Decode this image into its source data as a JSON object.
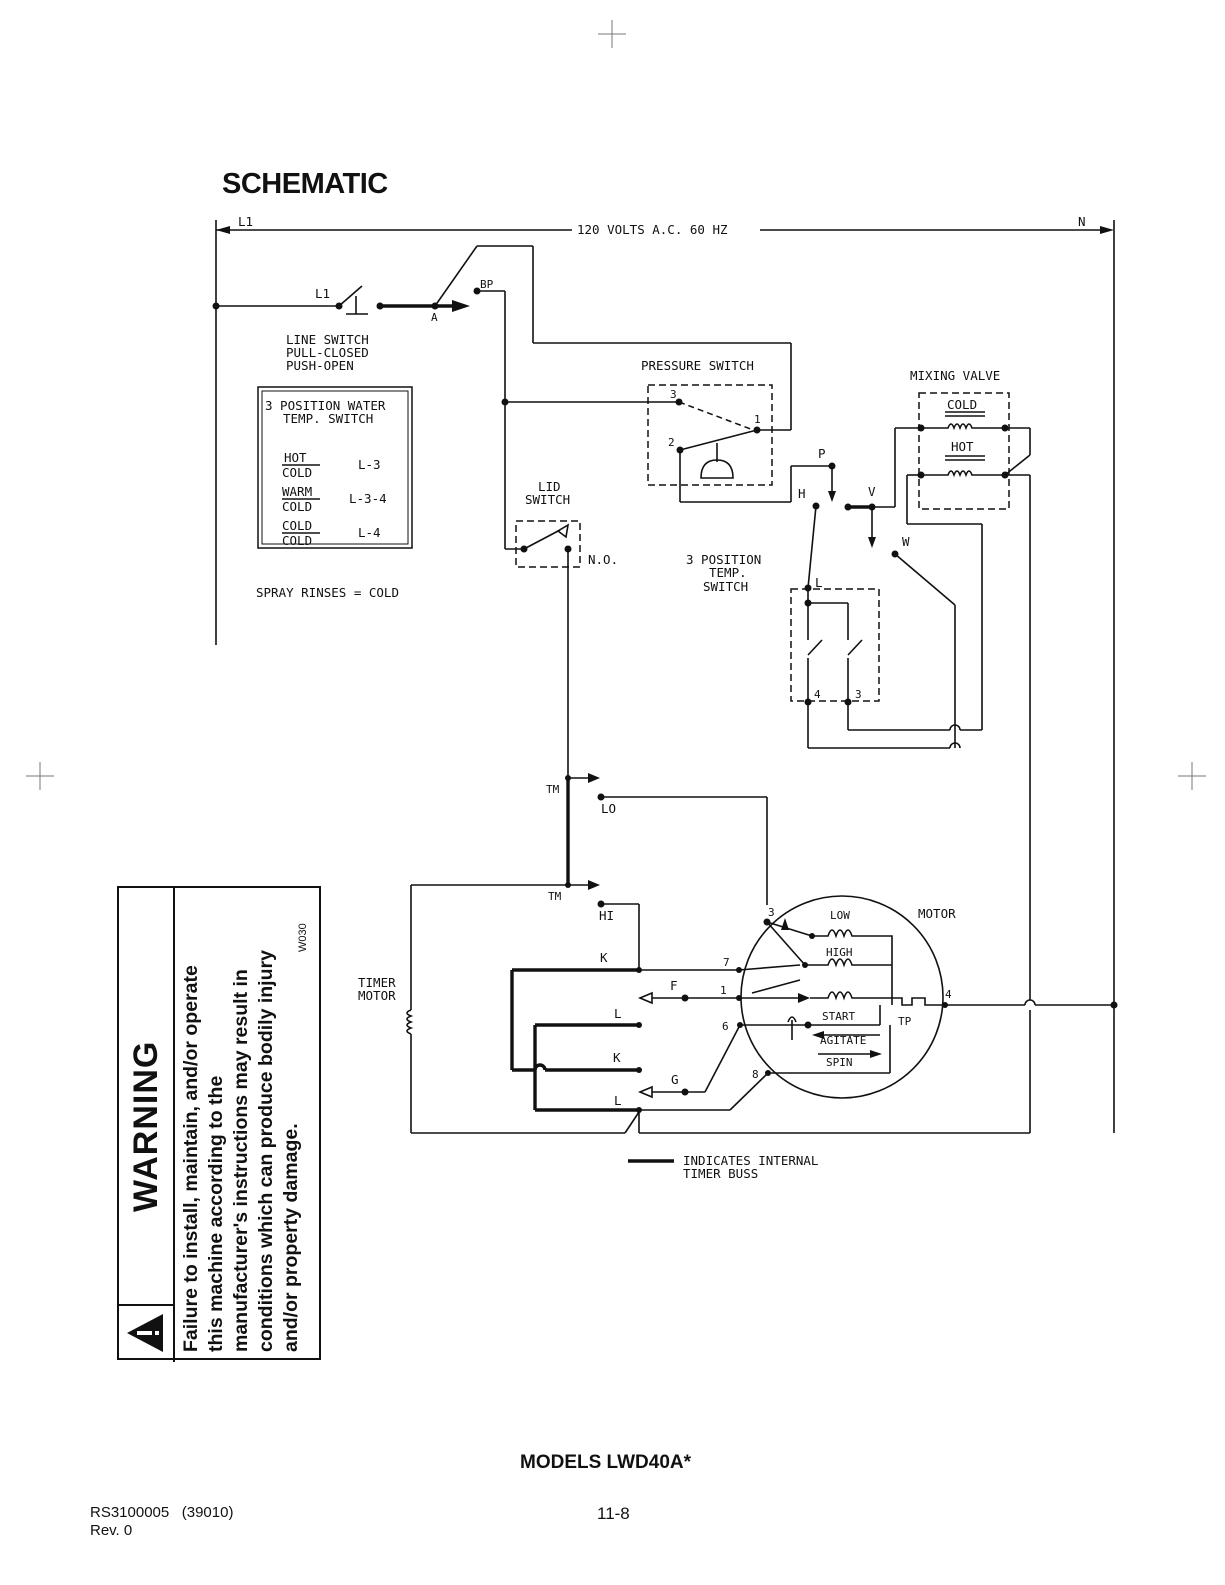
{
  "title": "SCHEMATIC",
  "supply": {
    "l1": "L1",
    "voltage": "120 VOLTS A.C. 60 HZ",
    "n": "N"
  },
  "line_switch": {
    "label_l1": "L1",
    "label_a": "A",
    "label_bp": "BP",
    "line1": "LINE SWITCH",
    "line2": "PULL-CLOSED",
    "line3": "PUSH-OPEN"
  },
  "temp_switch_table": {
    "title1": "3 POSITION WATER",
    "title2": "TEMP. SWITCH",
    "rows": [
      {
        "top": "HOT",
        "bottom": "COLD",
        "value": "L-3"
      },
      {
        "top": "WARM",
        "bottom": "COLD",
        "value": "L-3-4"
      },
      {
        "top": "COLD",
        "bottom": "COLD",
        "value": "L-4"
      }
    ],
    "note": "SPRAY RINSES = COLD"
  },
  "pressure_switch": {
    "label": "PRESSURE SWITCH",
    "t1": "1",
    "t2": "2",
    "t3": "3"
  },
  "mixing_valve": {
    "label": "MIXING VALVE",
    "cold": "COLD",
    "hot": "HOT"
  },
  "lid_switch": {
    "line1": "LID",
    "line2": "SWITCH",
    "no": "N.O."
  },
  "temp_switch": {
    "line1": "3 POSITION",
    "line2": "TEMP.",
    "line3": "SWITCH",
    "l": "L",
    "t4": "4",
    "t3": "3",
    "h": "H",
    "p": "P",
    "v": "V",
    "w": "W"
  },
  "timer": {
    "tm": "TM",
    "lo": "LO",
    "hi": "HI",
    "k": "K",
    "l": "L",
    "f": "F",
    "g": "G",
    "motor_line1": "TIMER",
    "motor_line2": "MOTOR"
  },
  "motor": {
    "label": "MOTOR",
    "low": "LOW",
    "high": "HIGH",
    "start": "START",
    "agitate": "AGITATE",
    "spin": "SPIN",
    "tp": "TP",
    "t1": "1",
    "t3": "3",
    "t4": "4",
    "t6": "6",
    "t7": "7",
    "t8": "8"
  },
  "legend": {
    "line1": "INDICATES INTERNAL",
    "line2": "TIMER BUSS"
  },
  "warning": {
    "title": "WARNING",
    "lines": [
      "Failure to install, maintain, and/or operate",
      "this machine according to the",
      "manufacturer's instructions may result in",
      "conditions which can produce bodily injury",
      "and/or property damage."
    ],
    "code": "W030"
  },
  "footer": {
    "model": "MODELS LWD40A*",
    "page": "11-8",
    "ref1": "RS3100005   (39010)",
    "ref2": "Rev. 0"
  }
}
